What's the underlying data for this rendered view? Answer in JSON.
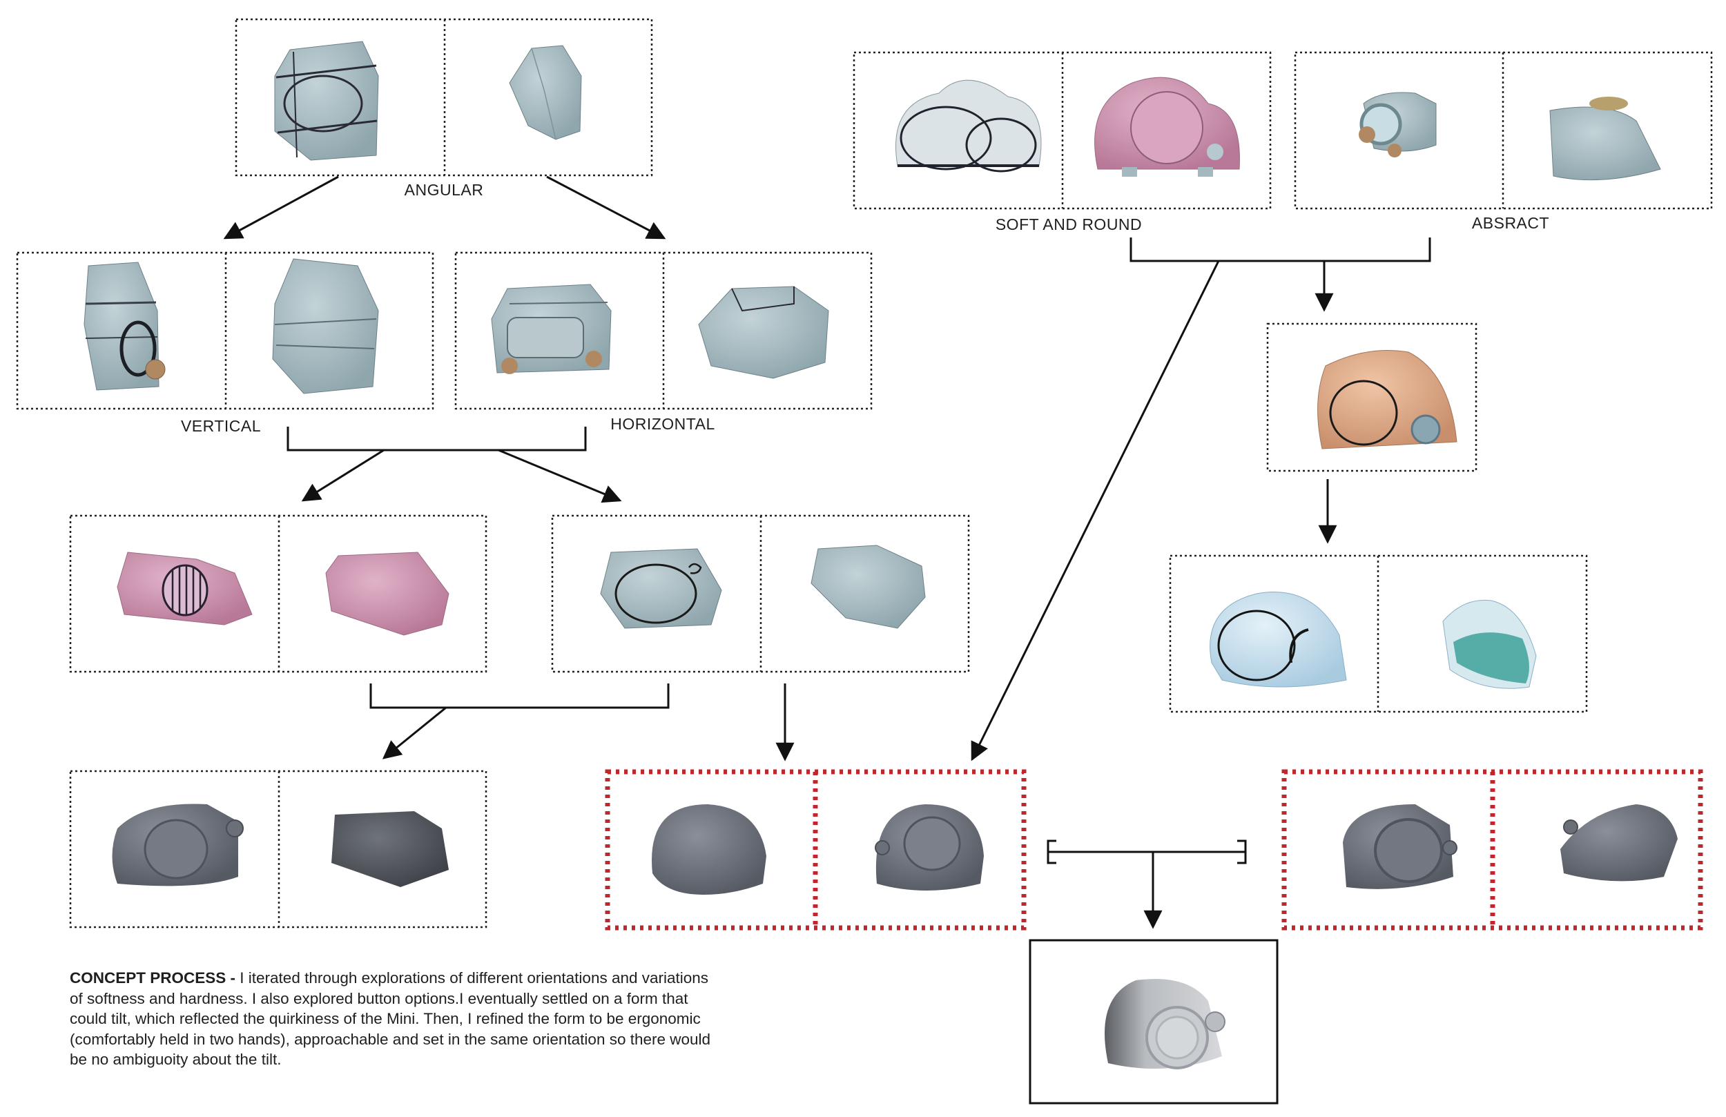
{
  "labels": {
    "angular": "ANGULAR",
    "vertical": "VERTICAL",
    "horizontal": "HORIZONTAL",
    "soft_and_round": "SOFT AND ROUND",
    "absract": "ABSRACT"
  },
  "caption": {
    "heading": "CONCEPT PROCESS -",
    "body": " I iterated through explorations of different orientations and variations of softness and hardness. I also explored button options.I eventually settled on a form that could tilt, which reflected the quirkiness of the Mini. Then, I refined the form to be ergonomic (comfortably held in two hands), approachable and set in the same orientation so there would be no ambiguoity about the tilt."
  },
  "colors": {
    "frame_dotted": "#222222",
    "frame_highlight": "#c0272d",
    "light_blue_foam": "#a7bcc1",
    "pink_foam": "#c98aa9",
    "gray_print": "#6b6f78",
    "tan_foam": "#d9a98a",
    "pale_blue_foam": "#c9e1ef"
  },
  "models": [
    {
      "group": "angular",
      "icon": "angular-block-sketched-icon"
    },
    {
      "group": "angular",
      "icon": "angular-block-icon"
    },
    {
      "group": "vertical",
      "icon": "vertical-form-with-speaker-icon"
    },
    {
      "group": "vertical",
      "icon": "vertical-faceted-form-icon"
    },
    {
      "group": "horizontal",
      "icon": "horizontal-radio-form-icon"
    },
    {
      "group": "horizontal",
      "icon": "horizontal-faceted-form-icon"
    },
    {
      "group": "soft-and-round",
      "icon": "cloud-sketch-form-icon"
    },
    {
      "group": "soft-and-round",
      "icon": "pink-round-form-icon"
    },
    {
      "group": "absract",
      "icon": "abstract-button-form-icon"
    },
    {
      "group": "absract",
      "icon": "abstract-sloped-form-icon"
    },
    {
      "group": "absract-refined",
      "icon": "tan-tilted-form-icon"
    },
    {
      "group": "pale-blue",
      "icon": "pale-blue-form-icon"
    },
    {
      "group": "pale-blue",
      "icon": "pale-blue-back-icon"
    },
    {
      "group": "pink-grill",
      "icon": "pink-grill-form-icon"
    },
    {
      "group": "pink-grill",
      "icon": "pink-slab-form-icon"
    },
    {
      "group": "blue-circle",
      "icon": "blue-circle-form-icon"
    },
    {
      "group": "blue-circle",
      "icon": "blue-faceted-back-icon"
    },
    {
      "group": "gray-print",
      "icon": "gray-print-speaker-icon"
    },
    {
      "group": "gray-print",
      "icon": "gray-print-slab-icon"
    },
    {
      "group": "red-set-a",
      "icon": "gray-dome-form-icon"
    },
    {
      "group": "red-set-a",
      "icon": "gray-dome-speaker-icon"
    },
    {
      "group": "red-set-b",
      "icon": "gray-tilt-speaker-icon"
    },
    {
      "group": "red-set-b",
      "icon": "gray-tilt-back-icon"
    },
    {
      "group": "final",
      "icon": "final-tilted-speaker-icon"
    }
  ]
}
